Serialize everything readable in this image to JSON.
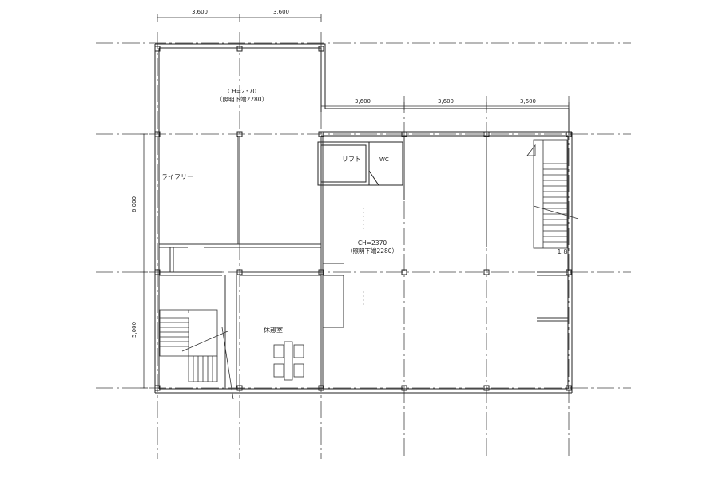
{
  "dimensions": {
    "top_upper": [
      "3,600",
      "3,600"
    ],
    "top_lower": [
      "3,600",
      "3,600",
      "3,600"
    ],
    "left": [
      "6,000",
      "5,000"
    ]
  },
  "rooms": {
    "library": "ライフリー",
    "lift": "リフト",
    "wc": "WC",
    "lounge": "休憩室"
  },
  "ceiling_notes": {
    "north": {
      "ch": "CH=2370",
      "sub": "（照明下端2280）"
    },
    "central": {
      "ch": "CH=2370",
      "sub": "（照明下端2280）"
    }
  },
  "stair_label": "１８"
}
